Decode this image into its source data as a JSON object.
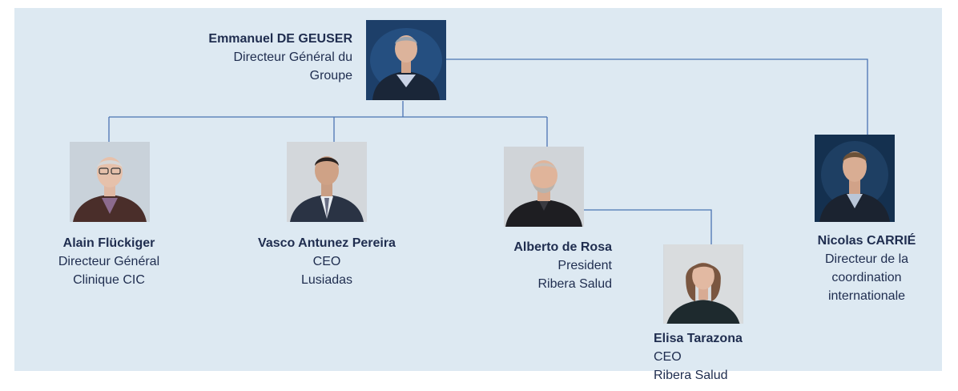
{
  "org_chart": {
    "ceo": {
      "name": "Emmanuel DE GEUSER",
      "title_lines": [
        "Directeur Général du",
        "Groupe"
      ],
      "photo": "person-photo"
    },
    "alain": {
      "name": "Alain Flückiger",
      "title_lines": [
        "Directeur Général",
        "Clinique CIC"
      ],
      "photo": "person-photo"
    },
    "vasco": {
      "name": "Vasco Antunez Pereira",
      "title_lines": [
        "CEO",
        "Lusiadas"
      ],
      "photo": "person-photo"
    },
    "alberto": {
      "name": "Alberto de Rosa",
      "title_lines": [
        "President",
        "Ribera Salud"
      ],
      "photo": "person-photo"
    },
    "elisa": {
      "name": "Elisa Tarazona",
      "title_lines": [
        "CEO",
        "Ribera Salud"
      ],
      "photo": "person-photo"
    },
    "nicolas": {
      "name": "Nicolas CARRIÉ",
      "title_lines": [
        "Directeur de la",
        "coordination",
        "internationale"
      ],
      "photo": "person-photo"
    }
  },
  "colors": {
    "background": "#dde9f2",
    "connector": "#4a74b3",
    "text": "#1f2d4f"
  }
}
